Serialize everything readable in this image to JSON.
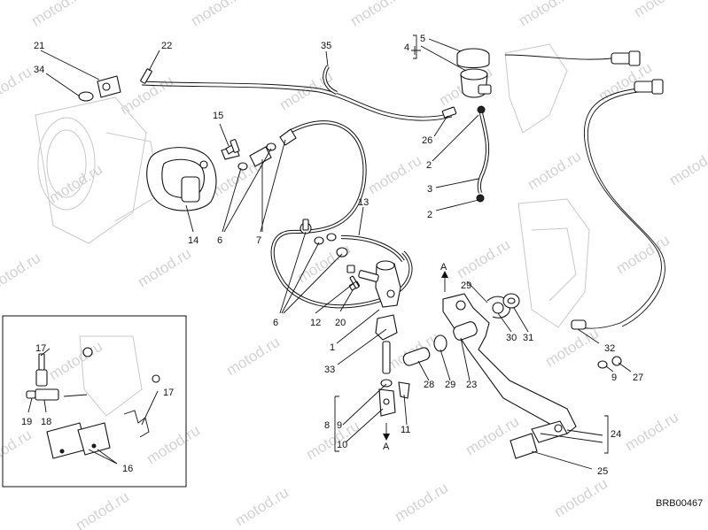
{
  "watermark": "motod.ru",
  "diagram_code": "BRB00467",
  "arrow_label": "A",
  "labels": {
    "l1": "1",
    "l2a": "2",
    "l2b": "2",
    "l3": "3",
    "l4": "4",
    "l5": "5",
    "l6a": "6",
    "l6b": "6",
    "l7": "7",
    "l8": "8",
    "l9a": "9",
    "l9b": "9",
    "l10": "10",
    "l11": "11",
    "l12": "12",
    "l13": "13",
    "l14": "14",
    "l15": "15",
    "l16": "16",
    "l17a": "17",
    "l17b": "17",
    "l18": "18",
    "l19": "19",
    "l20": "20",
    "l21": "21",
    "l22": "22",
    "l23": "23",
    "l24": "24",
    "l25": "25",
    "l26": "26",
    "l27": "27",
    "l28": "28",
    "l29a": "29",
    "l29b": "29",
    "l30": "30",
    "l31": "31",
    "l32": "32",
    "l33": "33",
    "l34": "34",
    "l35": "35"
  }
}
